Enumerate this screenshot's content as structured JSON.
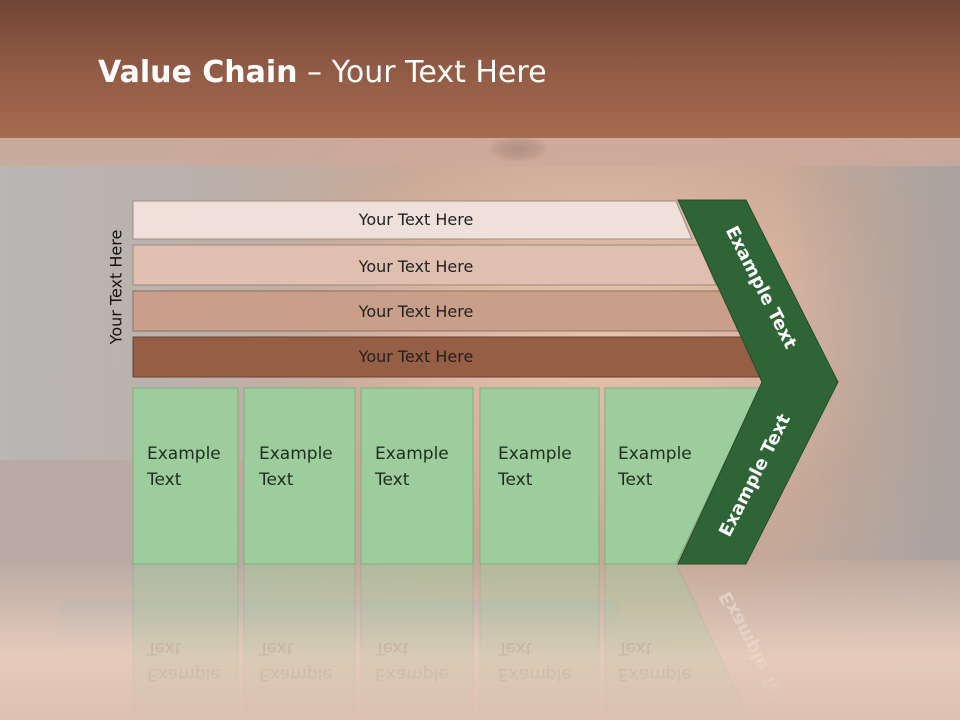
{
  "title": {
    "bold": "Value Chain",
    "rest": " – Your Text Here"
  },
  "side_label": "Your Text Here",
  "bars": [
    {
      "label": "Your Text Here",
      "color": "#efe0d9"
    },
    {
      "label": "Your Text Here",
      "color": "#dfbfb0"
    },
    {
      "label": "Your Text Here",
      "color": "#c99f8a"
    },
    {
      "label": "Your Text Here",
      "color": "#965e45"
    }
  ],
  "boxes": [
    {
      "line1": "Example",
      "line2": "Text"
    },
    {
      "line1": "Example",
      "line2": "Text"
    },
    {
      "line1": "Example",
      "line2": "Text"
    },
    {
      "line1": "Example",
      "line2": "Text"
    },
    {
      "line1": "Example",
      "line2": "Text"
    }
  ],
  "chevron": {
    "top_label": "Example Text",
    "bottom_label": "Example Text",
    "color": "#2e6436"
  },
  "colors": {
    "box_fill": "#9ecd9d",
    "header": "#8e5944"
  }
}
